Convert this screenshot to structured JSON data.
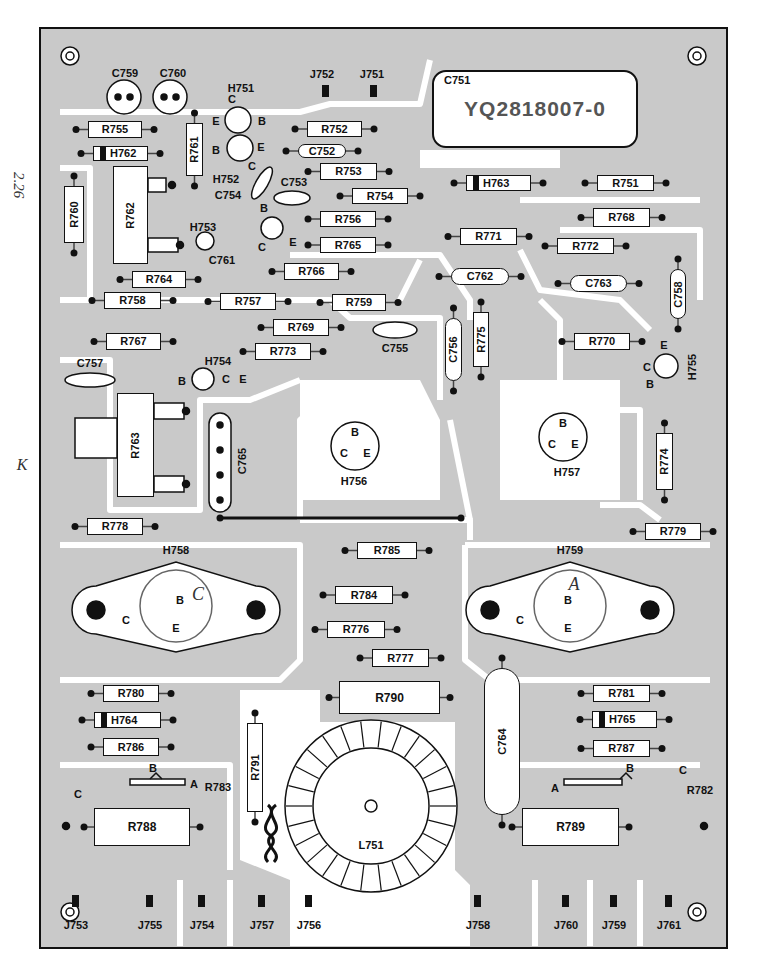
{
  "diagram": {
    "nodes": [
      {
        "text": [
          "C751",
          "YQ2818007-0"
        ]
      },
      {
        "text": [
          "R755"
        ]
      },
      {
        "text": [
          "R752"
        ]
      },
      {
        "text": [
          "R761"
        ]
      },
      {
        "text": [
          "H762"
        ]
      },
      {
        "text": [
          "C752"
        ]
      },
      {
        "text": [
          "R753"
        ]
      },
      {
        "text": [
          "H763"
        ]
      },
      {
        "text": [
          "R751"
        ]
      },
      {
        "text": [
          "R754"
        ]
      },
      {
        "text": [
          "R762"
        ]
      },
      {
        "text": [
          "R760"
        ]
      },
      {
        "text": [
          "R768"
        ]
      },
      {
        "text": [
          "R756"
        ]
      },
      {
        "text": [
          "R771"
        ]
      },
      {
        "text": [
          "R765"
        ]
      },
      {
        "text": [
          "R772"
        ]
      },
      {
        "text": [
          "R766"
        ]
      },
      {
        "text": [
          "C762"
        ]
      },
      {
        "text": [
          "R764"
        ]
      },
      {
        "text": [
          "C763"
        ]
      },
      {
        "text": [
          "C758"
        ]
      },
      {
        "text": [
          "R758"
        ]
      },
      {
        "text": [
          "R757"
        ]
      },
      {
        "text": [
          "R759"
        ]
      },
      {
        "text": [
          "C756"
        ]
      },
      {
        "text": [
          "R775"
        ]
      },
      {
        "text": [
          "R769"
        ]
      },
      {
        "text": [
          "R767"
        ]
      },
      {
        "text": [
          "R770"
        ]
      },
      {
        "text": [
          "R773"
        ]
      },
      {
        "text": [
          "R763"
        ]
      },
      {
        "text": [
          "R774"
        ]
      },
      {
        "text": [
          "R778"
        ]
      },
      {
        "text": [
          "R779"
        ]
      },
      {
        "text": [
          "R785"
        ]
      },
      {
        "text": [
          "R784"
        ]
      },
      {
        "text": [
          "R776"
        ]
      },
      {
        "text": [
          "R777"
        ]
      },
      {
        "text": [
          "C764"
        ]
      },
      {
        "text": [
          "R790"
        ]
      },
      {
        "text": [
          "R780"
        ]
      },
      {
        "text": [
          "R781"
        ]
      },
      {
        "text": [
          "H764"
        ]
      },
      {
        "text": [
          "H765"
        ]
      },
      {
        "text": [
          "R791"
        ]
      },
      {
        "text": [
          "R786"
        ]
      },
      {
        "text": [
          "R787"
        ]
      },
      {
        "text": [
          "R788"
        ]
      },
      {
        "text": [
          "R789"
        ]
      }
    ],
    "labels": [
      "C759",
      "C760",
      "H751",
      "J752",
      "J751",
      "C",
      "E",
      "B",
      "B",
      "E",
      "C",
      "H752",
      "C754",
      "C753",
      "B",
      "H753",
      "E",
      "C",
      "C761",
      "C755",
      "C757",
      "H754",
      "B",
      "C",
      "E",
      "E",
      "C",
      "B",
      "H755",
      "B",
      "C",
      "E",
      "H756",
      "B",
      "C",
      "E",
      "H757",
      "C765",
      "H758",
      "H759",
      "C",
      "B",
      "C",
      "E",
      "C",
      "A",
      "B",
      "E",
      "C",
      "B",
      "A",
      "R783",
      "B",
      "C",
      "A",
      "R782",
      "L751",
      "J753",
      "J755",
      "J754",
      "J757",
      "J756",
      "J758",
      "J760",
      "J759",
      "J761",
      "2.26",
      "K"
    ]
  }
}
